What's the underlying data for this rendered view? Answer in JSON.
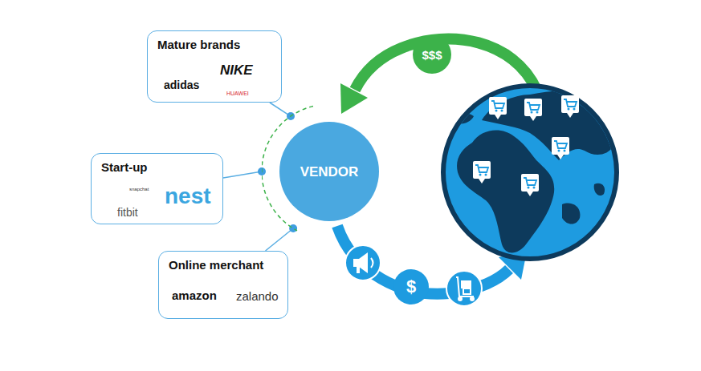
{
  "diagram": {
    "nodes": [
      {
        "text": [
          "Mature brands",
          "adidas",
          "NIKE",
          "HUAWEI"
        ]
      },
      {
        "text": [
          "Start-up",
          "snapchat",
          "nest",
          "fitbit"
        ]
      },
      {
        "text": [
          "Online merchant",
          "amazon",
          "zalando"
        ]
      },
      {
        "text": [
          "VENDOR"
        ]
      },
      {
        "text": [
          "$$$"
        ]
      },
      {
        "text": [
          "$"
        ]
      }
    ],
    "edges": [
      {
        "from": 0,
        "to": 3,
        "arrow": "none"
      },
      {
        "from": 1,
        "to": 3,
        "arrow": "none"
      },
      {
        "from": 2,
        "to": 3,
        "arrow": "none"
      }
    ]
  }
}
